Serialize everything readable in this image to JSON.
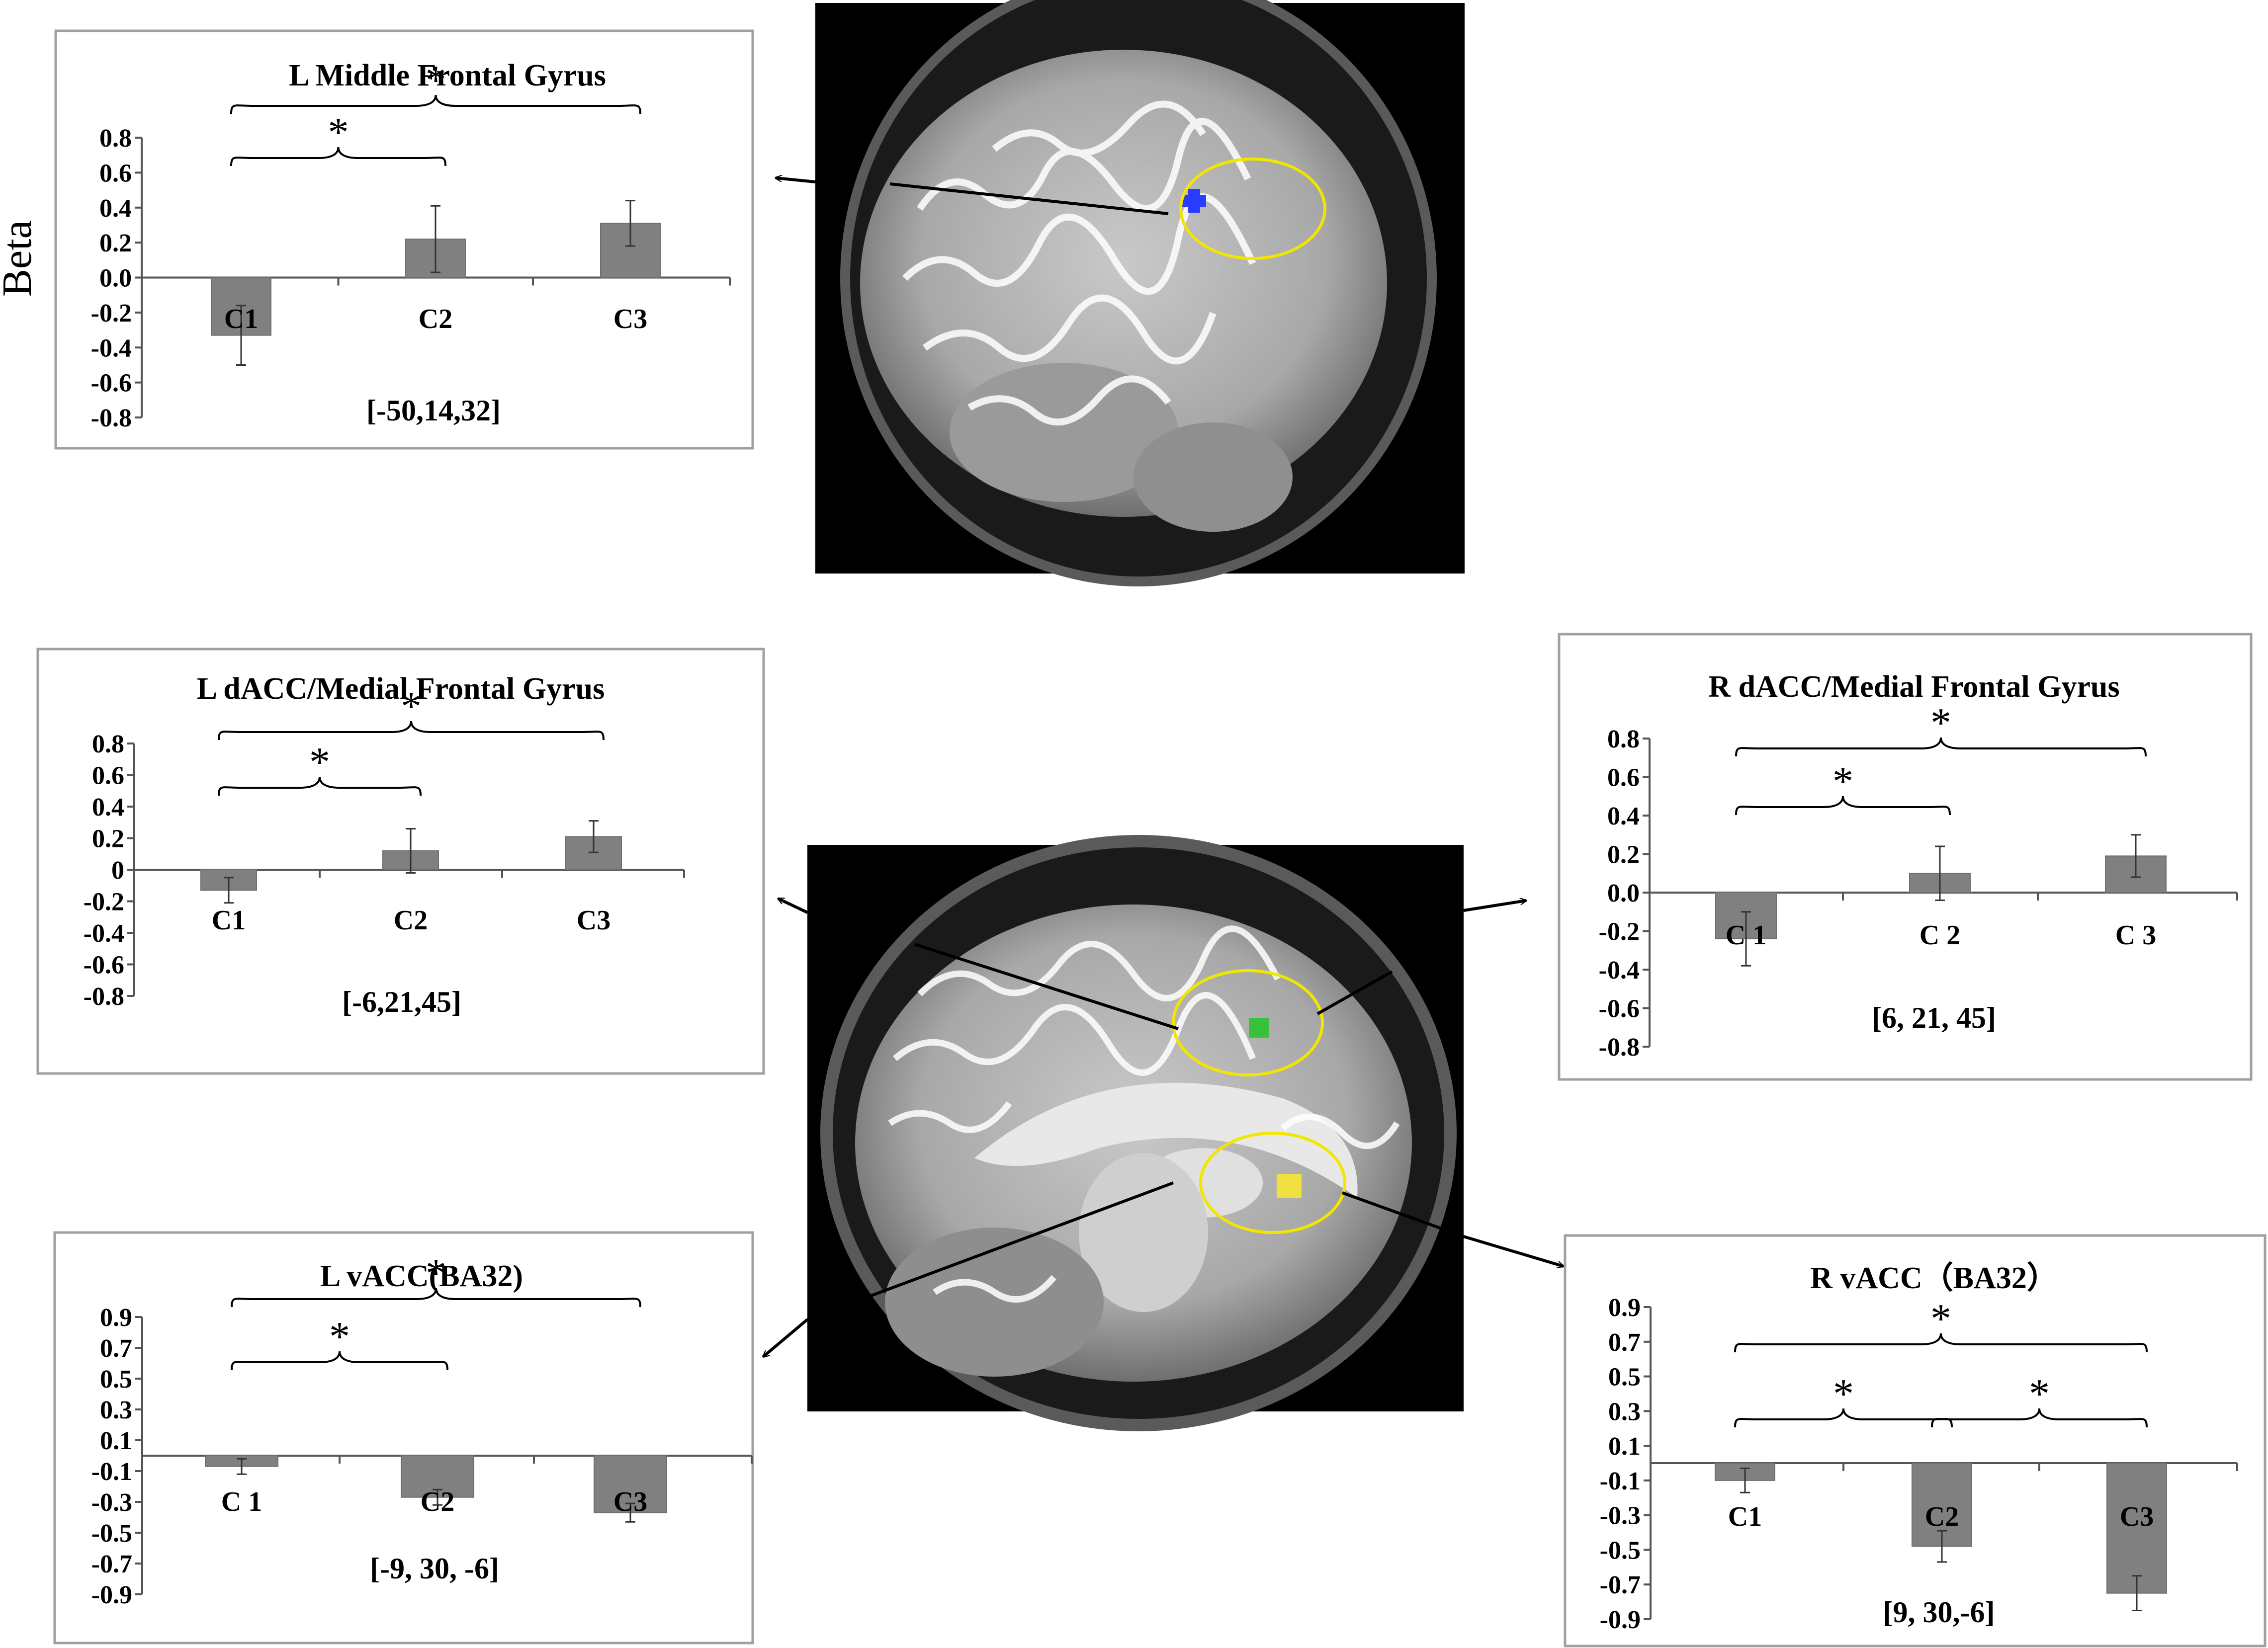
{
  "ylabel": "Beta",
  "colors": {
    "bar": "#808080",
    "bar_edge": "#6e6e6e",
    "roi_ellipse": "#f2e600",
    "blob_blue": "#2a3cff",
    "blob_green": "#38c23a",
    "blob_yellow": "#f0e040",
    "axis": "#555555"
  },
  "chart_data": [
    {
      "type": "bar",
      "title": "L Middle Frontal Gyrus",
      "categories": [
        "C1",
        "C2",
        "C3"
      ],
      "values": [
        -0.33,
        0.22,
        0.31
      ],
      "errors": [
        0.17,
        0.19,
        0.13
      ],
      "ylim": [
        -0.8,
        0.8
      ],
      "ticks": [
        "0.8",
        "0.6",
        "0.4",
        "0.2",
        "0.0",
        "-0.2",
        "-0.4",
        "-0.6",
        "-0.8"
      ],
      "tick_values": [
        0.8,
        0.6,
        0.4,
        0.2,
        0,
        -0.2,
        -0.4,
        -0.6,
        -0.8
      ],
      "coords": "[-50,14,32]",
      "significance": [
        {
          "from": 0,
          "to": 1,
          "label": "*"
        },
        {
          "from": 0,
          "to": 2,
          "label": "*"
        }
      ]
    },
    {
      "type": "bar",
      "title": "L dACC/Medial Frontal Gyrus",
      "categories": [
        "C1",
        "C2",
        "C3"
      ],
      "values": [
        -0.13,
        0.12,
        0.21
      ],
      "errors": [
        0.08,
        0.14,
        0.1
      ],
      "ylim": [
        -0.8,
        0.8
      ],
      "ticks": [
        "0.8",
        "0.6",
        "0.4",
        "0.2",
        "0",
        "-0.2",
        "-0.4",
        "-0.6",
        "-0.8"
      ],
      "tick_values": [
        0.8,
        0.6,
        0.4,
        0.2,
        0,
        -0.2,
        -0.4,
        -0.6,
        -0.8
      ],
      "coords": "[-6,21,45]",
      "significance": [
        {
          "from": 0,
          "to": 1,
          "label": "*"
        },
        {
          "from": 0,
          "to": 2,
          "label": "*"
        }
      ]
    },
    {
      "type": "bar",
      "title": "R dACC/Medial Frontal Gyrus",
      "categories": [
        "C 1",
        "C 2",
        "C 3"
      ],
      "values": [
        -0.24,
        0.1,
        0.19
      ],
      "errors": [
        0.14,
        0.14,
        0.11
      ],
      "ylim": [
        -0.8,
        0.8
      ],
      "ticks": [
        "0.8",
        "0.6",
        "0.4",
        "0.2",
        "0.0",
        "-0.2",
        "-0.4",
        "-0.6",
        "-0.8"
      ],
      "tick_values": [
        0.8,
        0.6,
        0.4,
        0.2,
        0,
        -0.2,
        -0.4,
        -0.6,
        -0.8
      ],
      "coords": "[6, 21, 45]",
      "significance": [
        {
          "from": 0,
          "to": 1,
          "label": "*"
        },
        {
          "from": 0,
          "to": 2,
          "label": "*"
        }
      ]
    },
    {
      "type": "bar",
      "title": "L vACC(BA32)",
      "categories": [
        "C 1",
        "C2",
        "C3"
      ],
      "values": [
        -0.07,
        -0.27,
        -0.37
      ],
      "errors": [
        0.05,
        0.05,
        0.06
      ],
      "ylim": [
        -0.9,
        0.9
      ],
      "ticks": [
        "0.9",
        "0.7",
        "0.5",
        "0.3",
        "0.1",
        "-0.1",
        "-0.3",
        "-0.5",
        "-0.7",
        "-0.9"
      ],
      "tick_values": [
        0.9,
        0.7,
        0.5,
        0.3,
        0.1,
        -0.1,
        -0.3,
        -0.5,
        -0.7,
        -0.9
      ],
      "coords": "[-9, 30, -6]",
      "significance": [
        {
          "from": 0,
          "to": 1,
          "label": "*"
        },
        {
          "from": 0,
          "to": 2,
          "label": "*"
        }
      ]
    },
    {
      "type": "bar",
      "title": "R  vACC（BA32）",
      "categories": [
        "C1",
        "C2",
        "C3"
      ],
      "values": [
        -0.1,
        -0.48,
        -0.75
      ],
      "errors": [
        0.07,
        0.09,
        0.1
      ],
      "ylim": [
        -0.9,
        0.9
      ],
      "ticks": [
        "0.9",
        "0.7",
        "0.5",
        "0.3",
        "0.1",
        "-0.1",
        "-0.3",
        "-0.5",
        "-0.7",
        "-0.9"
      ],
      "tick_values": [
        0.9,
        0.7,
        0.5,
        0.3,
        0.1,
        -0.1,
        -0.3,
        -0.5,
        -0.7,
        -0.9
      ],
      "coords": "[9, 30,-6]",
      "significance": [
        {
          "from": 0,
          "to": 1,
          "label": "*"
        },
        {
          "from": 1,
          "to": 2,
          "label": "*"
        },
        {
          "from": 0,
          "to": 2,
          "label": "*"
        }
      ]
    }
  ]
}
